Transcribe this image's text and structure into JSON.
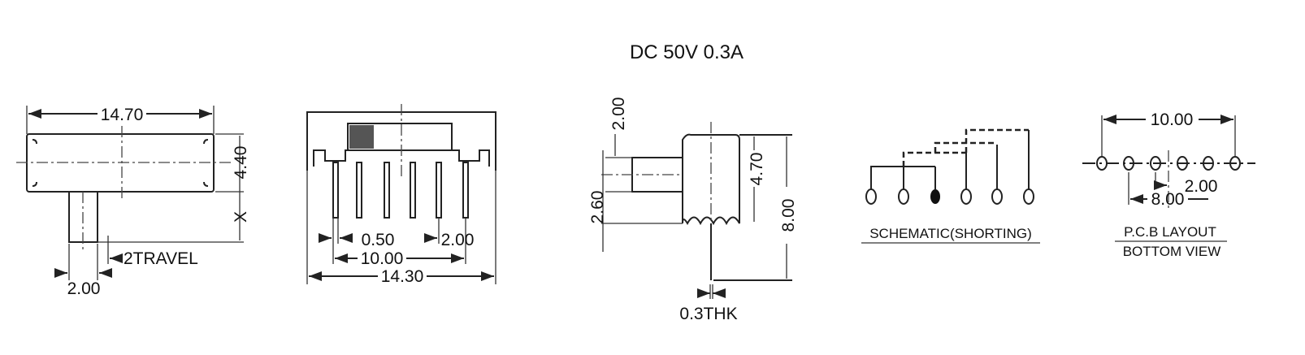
{
  "title": "DC  50V  0.3A",
  "top_view": {
    "width_dim": "14.70",
    "height_dim": "4.40",
    "x_dim": "X",
    "travel": "2TRAVEL",
    "stem_dim": "2.00"
  },
  "front_view": {
    "pin_width": "0.50",
    "pitch": "2.00",
    "span": "10.00",
    "overall": "14.30"
  },
  "side_view": {
    "lever_height": "2.00",
    "lever_offset": "2.60",
    "body_height": "4.70",
    "overall_height": "8.00",
    "thickness": "0.3THK"
  },
  "schematic": {
    "label": "SCHEMATIC(SHORTING)"
  },
  "pcb": {
    "span": "10.00",
    "pitch": "2.00",
    "inner_span": "8.00",
    "label_1": "P.C.B LAYOUT",
    "label_2": "BOTTOM VIEW"
  }
}
